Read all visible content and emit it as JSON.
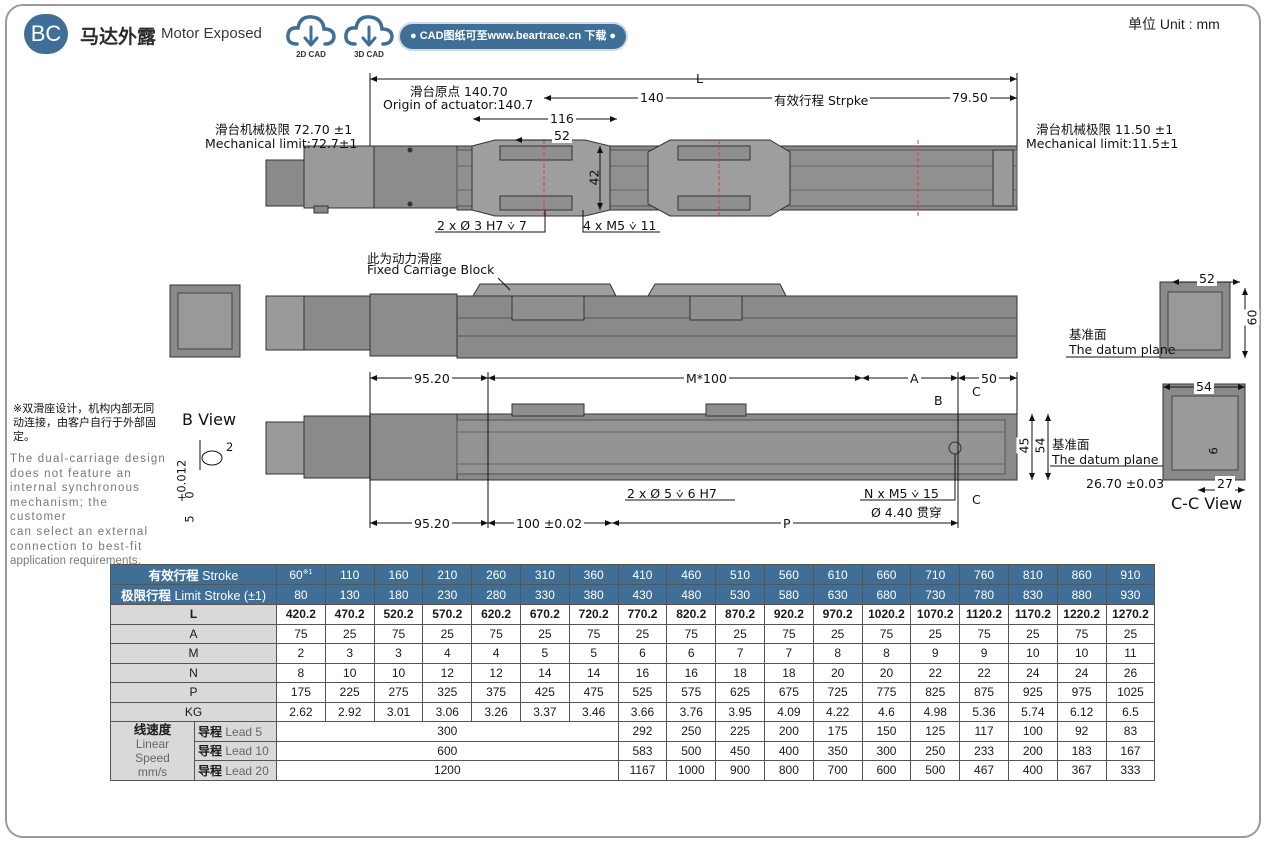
{
  "header": {
    "badge": "BC",
    "title_cn": "马达外露",
    "title_en": "Motor Exposed",
    "cad_2d": "2D CAD",
    "cad_3d": "3D CAD",
    "download": "● CAD图纸可至www.beartrace.cn 下载 ●",
    "unit": "单位 Unit : mm"
  },
  "drawing": {
    "L": "L",
    "origin_cn": "滑台原点 140.70",
    "origin_en": "Origin of actuator:140.7",
    "d140": "140",
    "stroke_cn": "有效行程 Strpke",
    "d79": "79.50",
    "d116": "116",
    "d52": "52",
    "d42": "42",
    "mech_left_cn": "滑台机械极限 72.70 ±1",
    "mech_left_en": "Mechanical limit:72.7±1",
    "mech_right_cn": "滑台机械极限 11.50 ±1",
    "mech_right_en": "Mechanical limit:11.5±1",
    "hole1": "2 x Ø 3 H7 ⩒ 7",
    "hole2": "4 x M5 ⩒ 11",
    "fixed_cn": "此为动力滑座",
    "fixed_en": "Fixed Carriage Block",
    "side52": "52",
    "side60": "60",
    "datum_cn": "基准面",
    "datum_en": "The datum plane",
    "d95a": "95.20",
    "m100": "M*100",
    "dA": "A",
    "d50": "50",
    "B": "B",
    "C": "C",
    "bview": "B View",
    "b2": "2",
    "btol": "+0.012",
    "b0": "0",
    "b5": "5",
    "d45": "45",
    "d54": "54",
    "hole3": "2 x Ø 5 ⩒ 6 H7",
    "hole4": "N x M5 ⩒ 15",
    "hole4b": "Ø 4.40 贯穿",
    "d95b": "95.20",
    "d100": "100 ±0.02",
    "P": "P",
    "cc54": "54",
    "cc6": "6",
    "cc2670": "26.70 ±0.03",
    "cc27": "27",
    "ccview": "C-C View",
    "note_cn": "※双滑座设计，机构内部无同动连接，由客户自行于外部固定。",
    "note_en": [
      "The dual-carriage design",
      "does not feature an",
      "internal synchronous",
      "mechanism; the customer",
      "can select an external",
      "connection to best-fit",
      "application requirements."
    ]
  },
  "table": {
    "stroke_label_cn": "有效行程",
    "stroke_label_en": "Stroke",
    "limit_label_cn": "极限行程",
    "limit_label_en": "Limit Stroke (±1)",
    "stroke": [
      "60",
      "110",
      "160",
      "210",
      "260",
      "310",
      "360",
      "410",
      "460",
      "510",
      "560",
      "610",
      "660",
      "710",
      "760",
      "810",
      "860",
      "910"
    ],
    "stroke_note": "※1",
    "limit": [
      "80",
      "130",
      "180",
      "230",
      "280",
      "330",
      "380",
      "430",
      "480",
      "530",
      "580",
      "630",
      "680",
      "730",
      "780",
      "830",
      "880",
      "930"
    ],
    "rows": [
      {
        "label": "L",
        "values": [
          "420.2",
          "470.2",
          "520.2",
          "570.2",
          "620.2",
          "670.2",
          "720.2",
          "770.2",
          "820.2",
          "870.2",
          "920.2",
          "970.2",
          "1020.2",
          "1070.2",
          "1120.2",
          "1170.2",
          "1220.2",
          "1270.2"
        ]
      },
      {
        "label": "A",
        "values": [
          "75",
          "25",
          "75",
          "25",
          "75",
          "25",
          "75",
          "25",
          "75",
          "25",
          "75",
          "25",
          "75",
          "25",
          "75",
          "25",
          "75",
          "25"
        ]
      },
      {
        "label": "M",
        "values": [
          "2",
          "3",
          "3",
          "4",
          "4",
          "5",
          "5",
          "6",
          "6",
          "7",
          "7",
          "8",
          "8",
          "9",
          "9",
          "10",
          "10",
          "11"
        ]
      },
      {
        "label": "N",
        "values": [
          "8",
          "10",
          "10",
          "12",
          "12",
          "14",
          "14",
          "16",
          "16",
          "18",
          "18",
          "20",
          "20",
          "22",
          "22",
          "24",
          "24",
          "26"
        ]
      },
      {
        "label": "P",
        "values": [
          "175",
          "225",
          "275",
          "325",
          "375",
          "425",
          "475",
          "525",
          "575",
          "625",
          "675",
          "725",
          "775",
          "825",
          "875",
          "925",
          "975",
          "1025"
        ]
      },
      {
        "label": "KG",
        "values": [
          "2.62",
          "2.92",
          "3.01",
          "3.06",
          "3.26",
          "3.37",
          "3.46",
          "3.66",
          "3.76",
          "3.95",
          "4.09",
          "4.22",
          "4.6",
          "4.98",
          "5.36",
          "5.74",
          "6.12",
          "6.5"
        ]
      }
    ],
    "speed_cn": "线速度",
    "speed_en": [
      "Linear",
      "Speed",
      "mm/s"
    ],
    "lead_cn": "导程",
    "speeds": [
      {
        "lead": "Lead 5",
        "merged": "300",
        "values": [
          "292",
          "250",
          "225",
          "200",
          "175",
          "150",
          "125",
          "117",
          "100",
          "92",
          "83"
        ]
      },
      {
        "lead": "Lead 10",
        "merged": "600",
        "values": [
          "583",
          "500",
          "450",
          "400",
          "350",
          "300",
          "250",
          "233",
          "200",
          "183",
          "167"
        ]
      },
      {
        "lead": "Lead 20",
        "merged": "1200",
        "values": [
          "1167",
          "1000",
          "900",
          "800",
          "700",
          "600",
          "500",
          "467",
          "400",
          "367",
          "333"
        ]
      }
    ]
  },
  "colors": {
    "accent": "#3f6f96",
    "body": "#8c8c8c",
    "body_dark": "#6b6b6b",
    "red": "#e23b3b"
  }
}
